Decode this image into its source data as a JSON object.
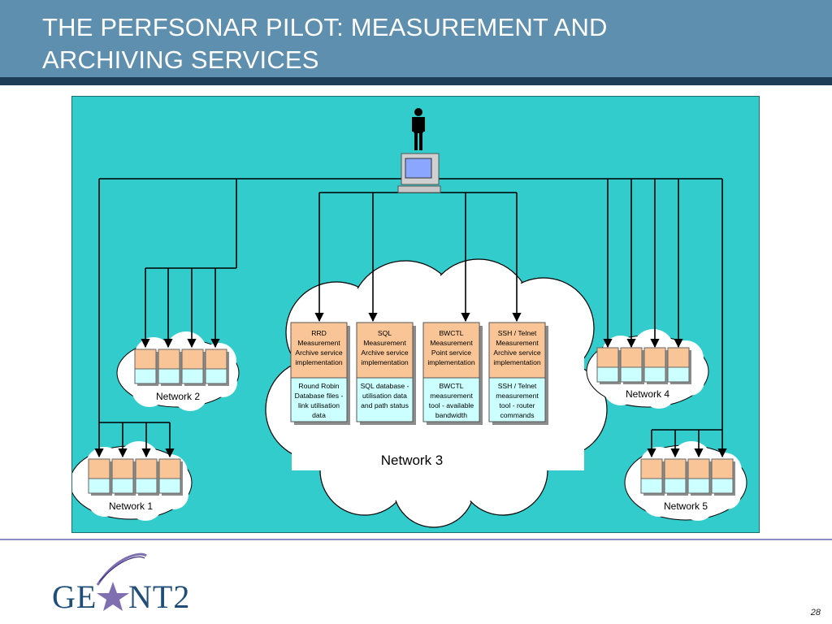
{
  "slide": {
    "title_line1": "THE PERFSONAR PILOT: MEASUREMENT AND",
    "title_line2": "ARCHIVING SERVICES",
    "page_number": "28"
  },
  "logo": {
    "text_a": "GE",
    "text_b": "NT2"
  },
  "diagram": {
    "services": [
      {
        "top": [
          "RRD",
          "Measurement",
          "Archive service",
          "implementation"
        ],
        "bottom": [
          "Round Robin",
          "Database files -",
          "link utilisation",
          "data"
        ]
      },
      {
        "top": [
          "SQL",
          "Measurement",
          "Archive service",
          "implementation"
        ],
        "bottom": [
          "SQL database -",
          "utilisation data",
          "and path status"
        ]
      },
      {
        "top": [
          "BWCTL",
          "Measurement",
          "Point service",
          "implementation"
        ],
        "bottom": [
          "BWCTL",
          "measurement",
          "tool - available",
          "bandwidth"
        ]
      },
      {
        "top": [
          "SSH / Telnet",
          "Measurement",
          "Archive service",
          "implementation"
        ],
        "bottom": [
          "SSH / Telnet",
          "measurement",
          "tool - router",
          "commands"
        ]
      }
    ],
    "networks": {
      "n1": "Network 1",
      "n2": "Network 2",
      "n3": "Network 3",
      "n4": "Network 4",
      "n5": "Network 5"
    },
    "colors": {
      "background": "#33cccc",
      "cloud": "#ffffff",
      "box_top": "#f9c596",
      "box_bottom": "#ccffff",
      "line": "#000000"
    }
  }
}
